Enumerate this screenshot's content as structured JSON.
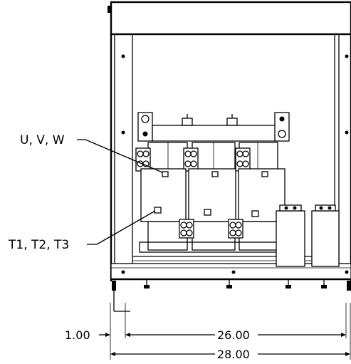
{
  "callouts": {
    "uvw": "U, V, W",
    "t123": "T1, T2, T3"
  },
  "dimensions": {
    "offset": "1.00",
    "inner_width": "26.00",
    "overall_width": "28.00"
  }
}
